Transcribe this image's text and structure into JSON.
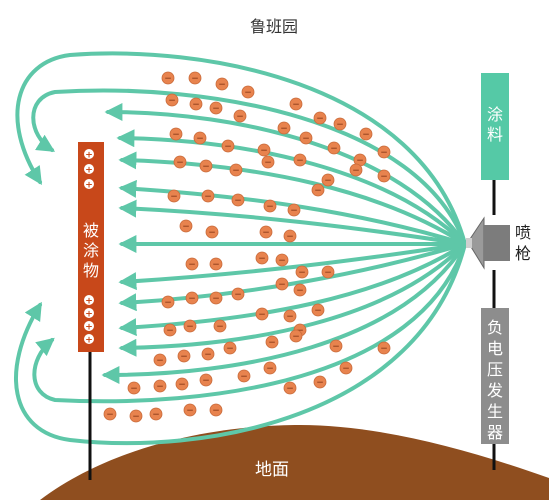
{
  "watermark": "鲁班园",
  "target": {
    "label_chars": [
      "被",
      "涂",
      "物"
    ],
    "charge_symbol": "+",
    "charge_count_top": 3,
    "charge_count_bottom": 4
  },
  "paint": {
    "label_chars": [
      "涂",
      "料"
    ]
  },
  "gun": {
    "label_chars": [
      "喷",
      "枪"
    ]
  },
  "generator": {
    "label_chars": [
      "负",
      "电",
      "压",
      "发",
      "生",
      "器"
    ]
  },
  "ground": {
    "label": "地面"
  },
  "particle": {
    "symbol": "−"
  },
  "colors": {
    "field_line": "#5ec7a8",
    "particle": "#e8834e",
    "target": "#c8481a",
    "paint_box": "#55c9a6",
    "generator_box": "#8d8d8d",
    "ground": "#8f4e1f",
    "gun": "#8a8a8a"
  }
}
